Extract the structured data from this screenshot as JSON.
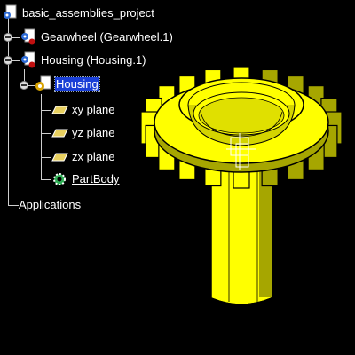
{
  "tree": {
    "root": {
      "label": "basic_assemblies_project",
      "icon": "product-icon"
    },
    "gearwheel": {
      "label": "Gearwheel (Gearwheel.1)",
      "icon": "component-icon"
    },
    "housing_instance": {
      "label": "Housing (Housing.1)",
      "icon": "component-icon"
    },
    "housing_part": {
      "label": "Housing",
      "icon": "part-icon",
      "selected": true
    },
    "xy_plane": {
      "label": "xy plane",
      "icon": "plane-icon"
    },
    "yz_plane": {
      "label": "yz plane",
      "icon": "plane-icon"
    },
    "zx_plane": {
      "label": "zx plane",
      "icon": "plane-icon"
    },
    "partbody": {
      "label": "PartBody",
      "icon": "body-gear-icon"
    },
    "applications": {
      "label": "Applications"
    }
  },
  "colors": {
    "background": "#000000",
    "tree_line": "#cfcfcf",
    "selection": "#1a3fd6",
    "model_yellow": "#ffff00",
    "model_shadow": "#a6a600",
    "model_dark": "#5a5a00"
  },
  "viewer": {
    "model": "gearwheel-on-shaft",
    "gear_teeth": 20
  }
}
